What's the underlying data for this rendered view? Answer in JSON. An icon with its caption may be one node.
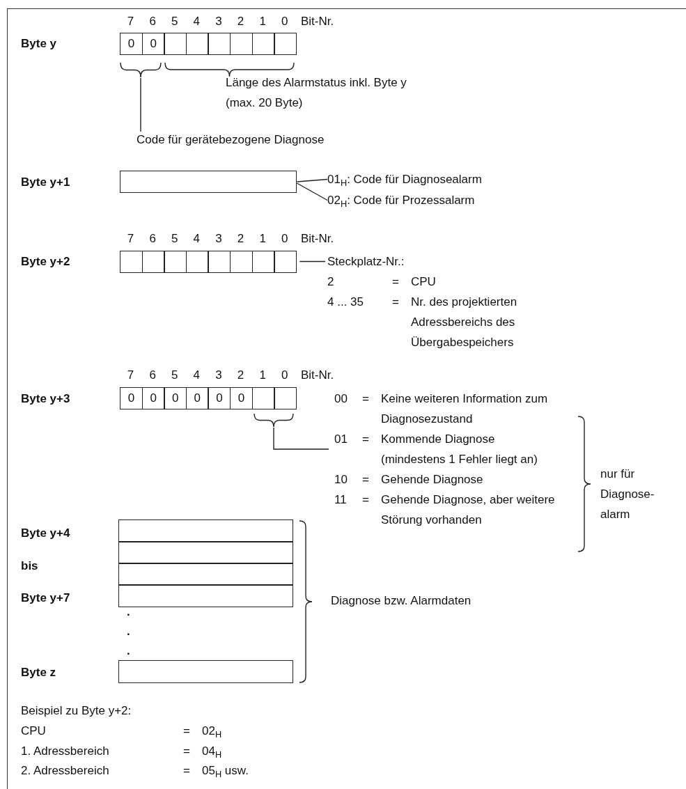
{
  "diagram": {
    "nodes": [
      {
        "text": [
          "0"
        ]
      },
      {
        "text": [
          "0"
        ]
      },
      {
        "text": [],
        "shape": "box"
      },
      {
        "text": [],
        "shape": "box"
      },
      {
        "text": [],
        "shape": "box"
      },
      {
        "text": [],
        "shape": "box"
      },
      {
        "text": [],
        "shape": "box"
      },
      {
        "text": [],
        "shape": "box"
      },
      {
        "text": [],
        "shape": "brace"
      },
      {
        "text": [
          "Code für gerätebezogene Diagnose"
        ]
      },
      {
        "text": [],
        "shape": "box"
      },
      {
        "text": [
          "01$_{H}$: Code für Diagnosealarm"
        ]
      },
      {
        "text": [
          "02$_{H}$: Code für Prozessalarm"
        ]
      },
      {
        "text": [],
        "shape": "box"
      },
      {
        "text": [],
        "shape": "box"
      },
      {
        "text": [],
        "shape": "box"
      },
      {
        "text": [],
        "shape": "box"
      },
      {
        "text": [],
        "shape": "box"
      },
      {
        "text": [],
        "shape": "box"
      },
      {
        "text": [],
        "shape": "box"
      },
      {
        "text": [],
        "shape": "box"
      },
      {
        "text": [
          "Steckplatz-Nr.:",
          "2",
          "=",
          "CPU",
          "4 ... 35",
          "=",
          "Nr. des projektierten Adressbereichs des Übergabespeichers"
        ]
      },
      {
        "text": [
          "0"
        ]
      },
      {
        "text": [
          "0"
        ]
      },
      {
        "text": [
          "0"
        ]
      },
      {
        "text": [
          "0"
        ]
      },
      {
        "text": [
          "0"
        ]
      },
      {
        "text": [
          "0"
        ]
      },
      {
        "text": [],
        "shape": "box"
      },
      {
        "text": [],
        "shape": "box"
      },
      {
        "text": [],
        "shape": "brace"
      },
      {
        "text": [
          "00",
          "=",
          "Keine weiteren Information zum Diagnosezustand",
          "01",
          "=",
          "Kommende Diagnose (mindestens 1 Fehler liegt an)",
          "10",
          "=",
          "Gehende Diagnose",
          "11",
          "=",
          "Gehende Diagnose, aber weitere Störung vorhanden"
        ]
      },
      {
        "text": [],
        "shape": "box"
      },
      {
        "text": [],
        "shape": "box"
      },
      {
        "text": [],
        "shape": "box"
      },
      {
        "text": [],
        "shape": "box"
      },
      {
        "text": [],
        "shape": "box"
      }
    ],
    "edges": [
      {
        "from": 9,
        "to": 8,
        "arrow": "none"
      },
      {
        "from": 10,
        "to": 11,
        "arrow": "none"
      },
      {
        "from": 10,
        "to": 12,
        "arrow": "none"
      },
      {
        "from": 20,
        "to": 21,
        "arrow": "none"
      },
      {
        "from": 31,
        "to": 30,
        "arrow": "none"
      }
    ],
    "labels": [
      "7",
      "6",
      "5",
      "4",
      "3",
      "2",
      "1",
      "0",
      "Bit-Nr.",
      "Byte y",
      "Länge des Alarmstatus inkl. Byte y (max. 20 Byte)",
      "Byte y+1",
      "7",
      "6",
      "5",
      "4",
      "3",
      "2",
      "1",
      "0",
      "Bit-Nr.",
      "Byte y+2",
      "7",
      "6",
      "5",
      "4",
      "3",
      "2",
      "1",
      "0",
      "Bit-Nr.",
      "Byte y+3",
      "nur für Diagnose-alarm",
      "Byte y+4",
      "bis",
      "Byte y+7",
      ".",
      ".",
      ".",
      "Diagnose bzw. Alarmdaten",
      "Byte z",
      "Beispiel zu Byte y+2:",
      "CPU",
      "=",
      "02$_{H}$",
      "1. Adressbereich",
      "=",
      "04$_{H}$",
      "2. Adressbereich",
      "=",
      "05$_{H}$ usw."
    ]
  }
}
